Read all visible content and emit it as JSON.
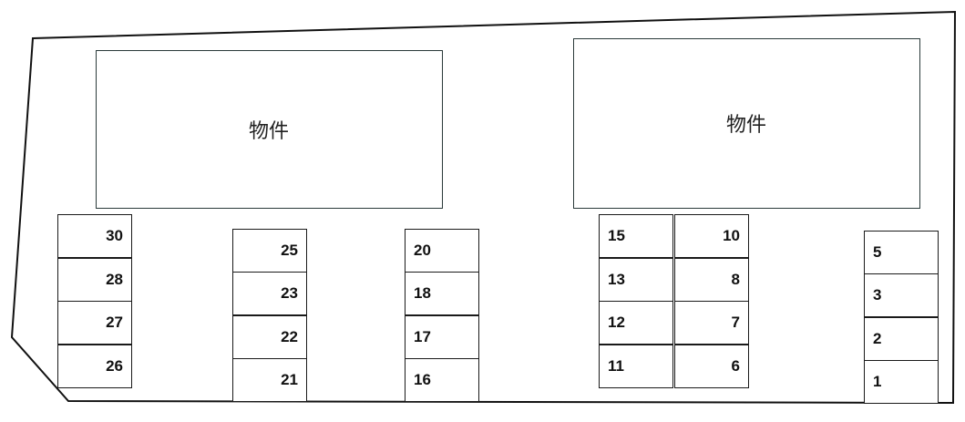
{
  "buildings": [
    {
      "label": "物件"
    },
    {
      "label": "物件"
    }
  ],
  "parking_columns": [
    {
      "stalls": [
        "30",
        "28",
        "27",
        "26"
      ]
    },
    {
      "stalls": [
        "25",
        "23",
        "22",
        "21"
      ]
    },
    {
      "stalls": [
        "20",
        "18",
        "17",
        "16"
      ]
    },
    {
      "stalls": [
        "15",
        "13",
        "12",
        "11"
      ]
    },
    {
      "stalls": [
        "10",
        "8",
        "7",
        "6"
      ]
    },
    {
      "stalls": [
        "5",
        "3",
        "2",
        "1"
      ]
    }
  ]
}
